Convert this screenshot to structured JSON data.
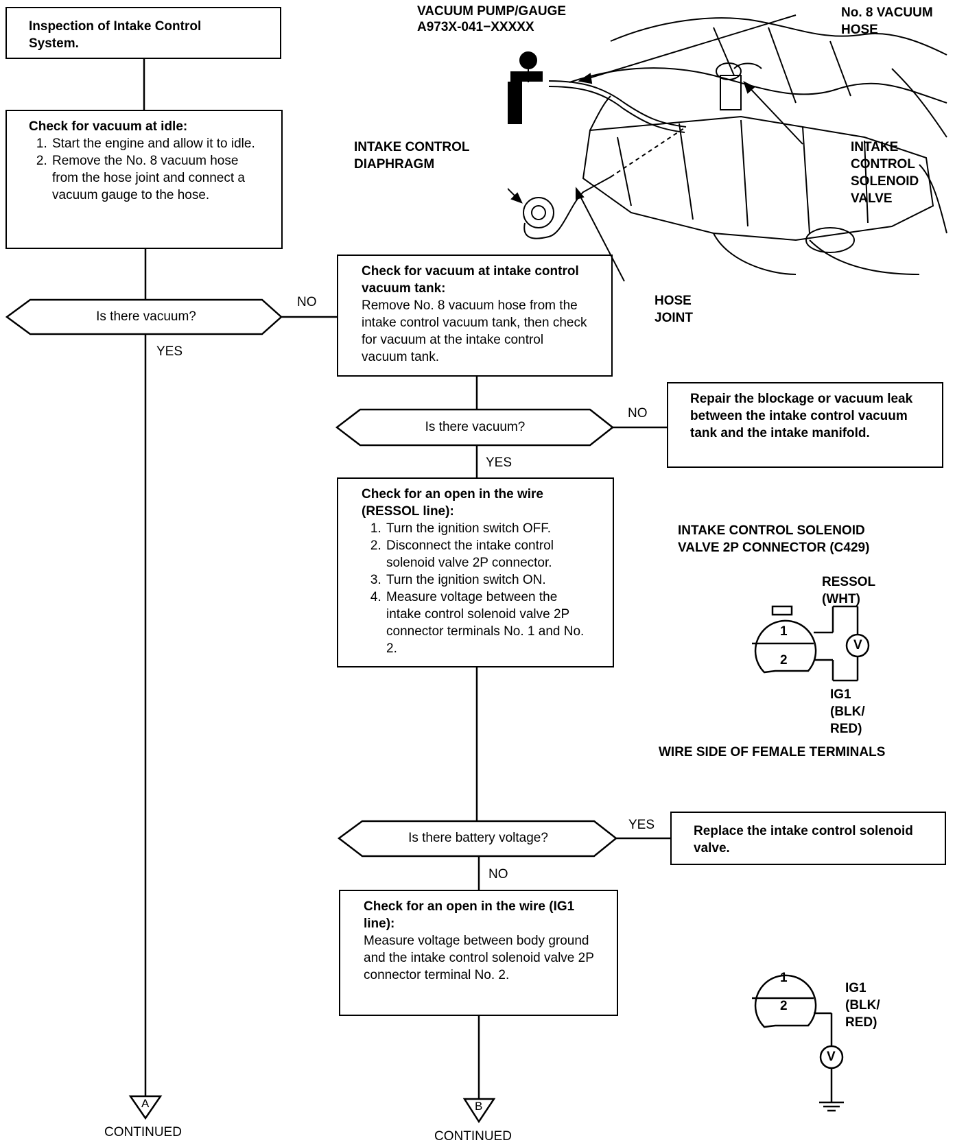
{
  "start_box": {
    "title": "Inspection of Intake Control System."
  },
  "idle_check": {
    "title": "Check for vacuum at idle:",
    "steps": [
      "Start the engine and allow it to idle.",
      "Remove the No. 8 vacuum hose from the hose joint and connect a vacuum gauge to the hose."
    ]
  },
  "decision1": {
    "question": "Is there vacuum?",
    "no": "NO",
    "yes": "YES"
  },
  "tank_check": {
    "title": "Check for vacuum at intake control vacuum tank:",
    "body": "Remove No. 8 vacuum hose from the intake control vacuum tank, then check for vacuum at the intake control vacuum tank."
  },
  "decision2": {
    "question": "Is there vacuum?",
    "no": "NO",
    "yes": "YES"
  },
  "repair_box": {
    "text": "Repair the blockage or vacuum leak between the intake control vacuum tank and the intake manifold."
  },
  "ressol_check": {
    "title": "Check for an open in the wire (RESSOL line):",
    "steps": [
      "Turn the ignition switch OFF.",
      "Disconnect the intake control solenoid valve 2P connector.",
      "Turn the ignition switch ON.",
      "Measure voltage between the intake control solenoid valve 2P connector terminals No. 1 and No. 2."
    ]
  },
  "decision3": {
    "question": "Is there battery voltage?",
    "yes": "YES",
    "no": "NO"
  },
  "replace_box": {
    "text": "Replace the intake control solenoid valve."
  },
  "ig1_check": {
    "title": "Check for an open in the wire (IG1 line):",
    "body": "Measure voltage between body ground and the intake control solenoid valve 2P connector terminal No. 2."
  },
  "off_page": [
    {
      "letter": "A",
      "label": "CONTINUED"
    },
    {
      "letter": "B",
      "label": "CONTINUED"
    }
  ],
  "illustration": {
    "pump_label": "VACUUM PUMP/GAUGE",
    "pump_part": "A973X-041−XXXXX",
    "hose_label": "No. 8 VACUUM HOSE",
    "diaphragm_label": "INTAKE CONTROL DIAPHRAGM",
    "solenoid_label": "INTAKE CONTROL SOLENOID VALVE",
    "joint_label": "HOSE JOINT"
  },
  "connector1": {
    "title": "INTAKE CONTROL SOLENOID VALVE 2P CONNECTOR (C429)",
    "ressol": "RESSOL (WHT)",
    "ig1": "IG1 (BLK/ RED)",
    "terminal1": "1",
    "terminal2": "2",
    "meter": "V",
    "caption": "WIRE SIDE OF FEMALE TERMINALS"
  },
  "connector2": {
    "terminal1": "1",
    "terminal2": "2",
    "ig1": "IG1 (BLK/ RED)",
    "meter": "V"
  }
}
